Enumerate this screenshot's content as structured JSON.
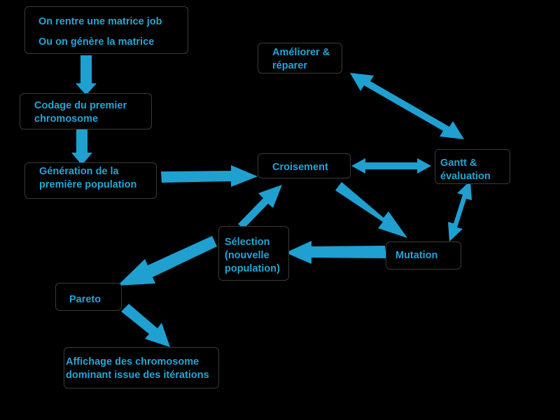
{
  "colors": {
    "background": "#000000",
    "text": "#22a6d6",
    "arrow": "#1fa0d1",
    "box_border": "#3a3a3a"
  },
  "nodes": {
    "input": {
      "line1": "On rentre une matrice job",
      "line2": "Ou on génère la matrice"
    },
    "coding": {
      "line1": "Codage du premier",
      "line2": "chromosome"
    },
    "generation": {
      "line1": "Génération de la",
      "line2": "première population"
    },
    "croisement": {
      "label": "Croisement"
    },
    "ameliorer": {
      "line1": "Améliorer &",
      "line2": "réparer"
    },
    "gantt": {
      "line1": "Gantt &",
      "line2": "évaluation"
    },
    "mutation": {
      "label": "Mutation"
    },
    "selection": {
      "line1": "Sélection",
      "line2": "(nouvelle",
      "line3": "population)"
    },
    "pareto": {
      "label": "Pareto"
    },
    "affichage": {
      "line1": "Affichage des chromosome",
      "line2": "dominant issue des itérations"
    }
  }
}
